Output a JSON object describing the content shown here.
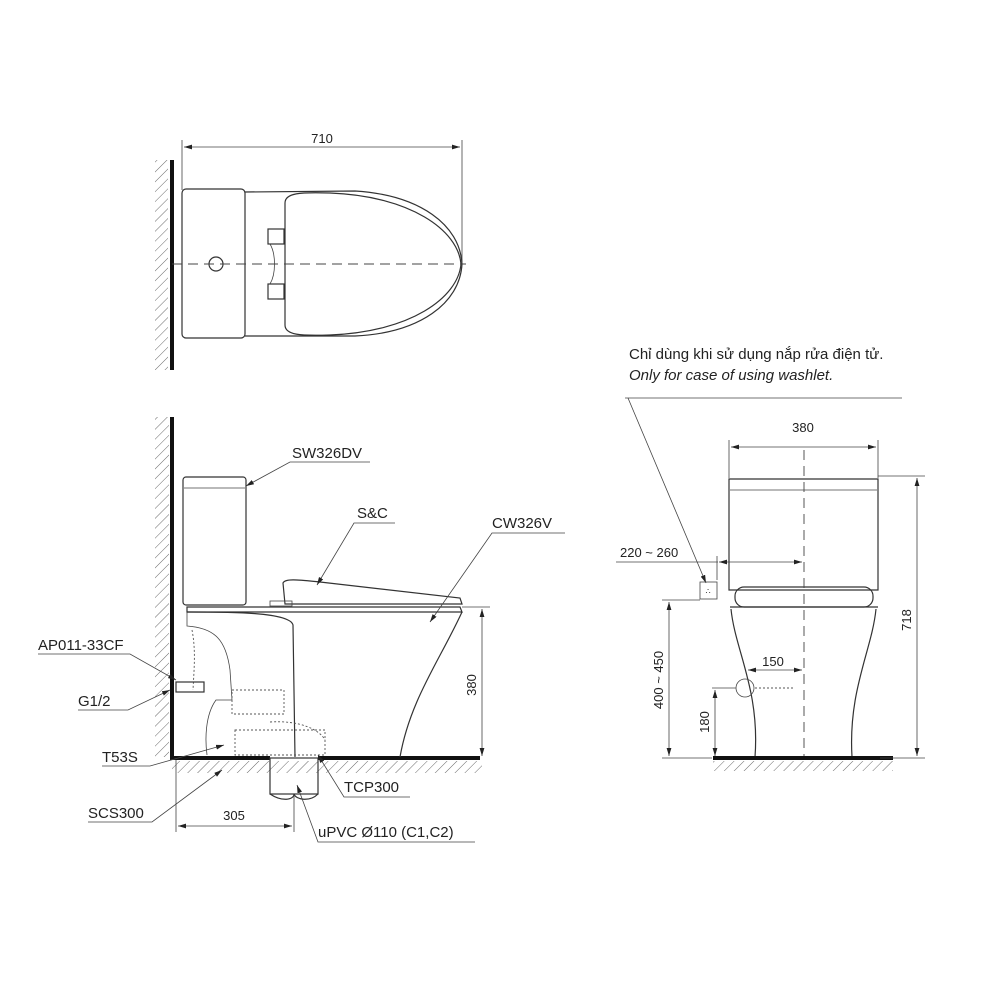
{
  "top_view": {
    "width_dim": "710"
  },
  "side_view": {
    "labels": {
      "tank": "SW326DV",
      "seat": "S&C",
      "bowl": "CW326V",
      "angle_valve": "AP011-33CF",
      "thread": "G1/2",
      "bolt": "T53S",
      "flange": "SCS300",
      "gasket": "TCP300",
      "pipe": "uPVC Ø110 (C1,C2)"
    },
    "dims": {
      "seat_height": "380",
      "rough_in": "305"
    }
  },
  "front_view": {
    "note_vi": "Chỉ dùng khi sử dụng nắp rửa điện tử.",
    "note_en": "Only for case of using washlet.",
    "dims": {
      "width": "380",
      "total_height": "718",
      "outlet_offset": "220 ~ 260",
      "outlet_height": "400 ~ 450",
      "supply_offset": "150",
      "supply_height": "180"
    }
  }
}
